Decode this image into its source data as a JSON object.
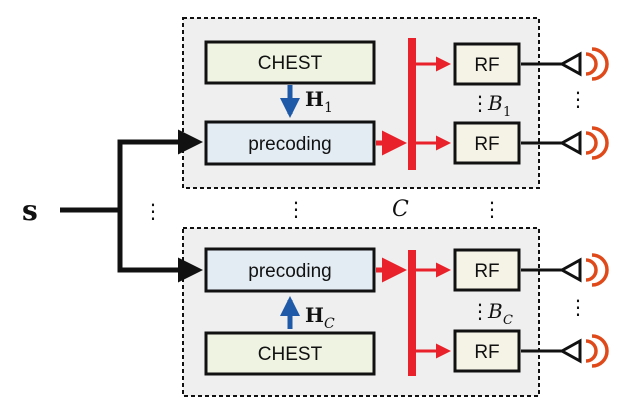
{
  "diagram": {
    "input_label": "s",
    "separator_label": "C",
    "groups": [
      {
        "chest_label": "CHEST",
        "precoding_label": "precoding",
        "channel_label": "H",
        "channel_sub": "1",
        "rf_labels": [
          "RF",
          "RF"
        ],
        "rf_count_label": "B",
        "rf_count_sub": "1"
      },
      {
        "chest_label": "CHEST",
        "precoding_label": "precoding",
        "channel_label": "H",
        "channel_sub": "C",
        "rf_labels": [
          "RF",
          "RF"
        ],
        "rf_count_label": "B",
        "rf_count_sub": "C"
      }
    ],
    "colors": {
      "group_fill": "#efefef",
      "chest_fill": "#eef3e2",
      "precoding_fill": "#e3ecf3",
      "rf_fill": "#f5f2e6",
      "red": "#e8212a",
      "blue": "#1f5aa8",
      "antenna_wave": "#e04a1a"
    }
  }
}
